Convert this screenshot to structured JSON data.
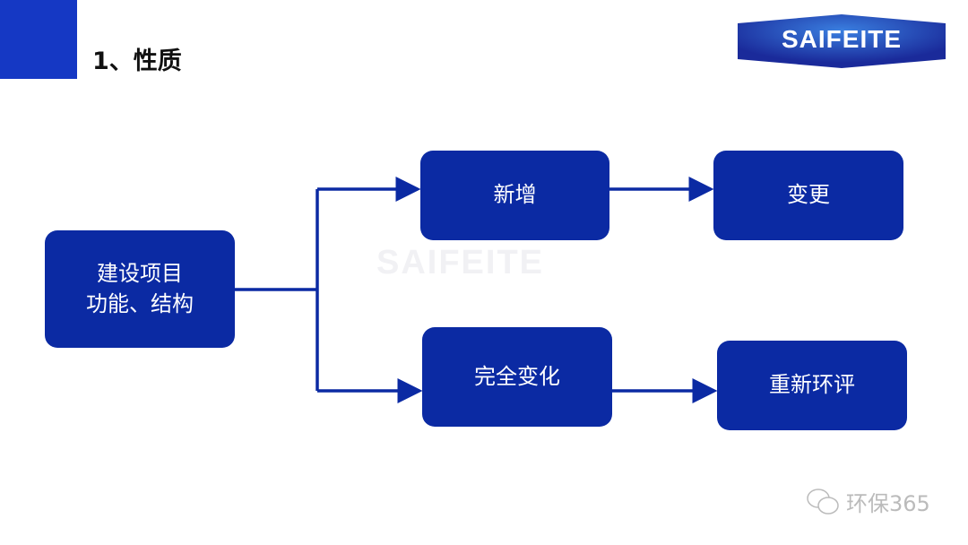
{
  "header": {
    "title": "1、性质"
  },
  "logo": {
    "text": "SAIFEITE"
  },
  "watermark": {
    "text": "SAIFEITE"
  },
  "diagram": {
    "nodes": {
      "source_line1": "建设项目",
      "source_line2": "功能、结构",
      "new": "新增",
      "change": "变更",
      "complete_change": "完全变化",
      "re_eia": "重新环评"
    }
  },
  "footer": {
    "icon": "wechat-icon",
    "text": "环保365"
  },
  "colors": {
    "box": "#0b2aa3",
    "accent": "#1538c4"
  }
}
